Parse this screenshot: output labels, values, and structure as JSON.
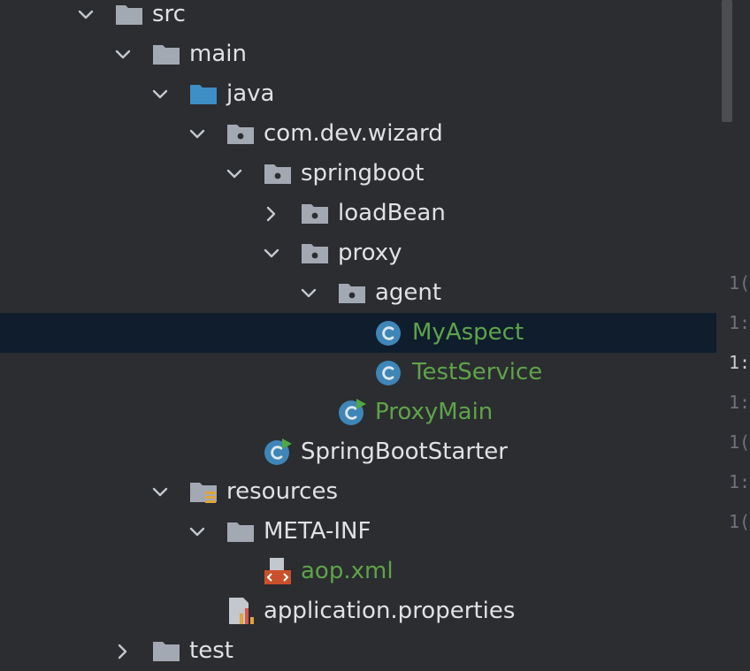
{
  "tree": [
    {
      "label": "src",
      "depth": 0,
      "chevron": "down",
      "icon": "folder",
      "green": false
    },
    {
      "label": "main",
      "depth": 1,
      "chevron": "down",
      "icon": "folder",
      "green": false
    },
    {
      "label": "java",
      "depth": 2,
      "chevron": "down",
      "icon": "source-folder",
      "green": false
    },
    {
      "label": "com.dev.wizard",
      "depth": 3,
      "chevron": "down",
      "icon": "package",
      "green": false
    },
    {
      "label": "springboot",
      "depth": 4,
      "chevron": "down",
      "icon": "package",
      "green": false
    },
    {
      "label": "loadBean",
      "depth": 5,
      "chevron": "right",
      "icon": "package",
      "green": false
    },
    {
      "label": "proxy",
      "depth": 5,
      "chevron": "down",
      "icon": "package",
      "green": false
    },
    {
      "label": "agent",
      "depth": 6,
      "chevron": "down",
      "icon": "package",
      "green": false
    },
    {
      "label": "MyAspect",
      "depth": 7,
      "chevron": "none",
      "icon": "class",
      "green": true,
      "selected": true
    },
    {
      "label": "TestService",
      "depth": 7,
      "chevron": "none",
      "icon": "class",
      "green": true
    },
    {
      "label": "ProxyMain",
      "depth": 6,
      "chevron": "none",
      "icon": "class-runnable",
      "green": true
    },
    {
      "label": "SpringBootStarter",
      "depth": 4,
      "chevron": "none",
      "icon": "class-runnable",
      "green": false
    },
    {
      "label": "resources",
      "depth": 2,
      "chevron": "down",
      "icon": "resources-folder",
      "green": false
    },
    {
      "label": "META-INF",
      "depth": 3,
      "chevron": "down",
      "icon": "folder",
      "green": false
    },
    {
      "label": "aop.xml",
      "depth": 4,
      "chevron": "none",
      "icon": "xml-file",
      "green": true
    },
    {
      "label": "application.properties",
      "depth": 3,
      "chevron": "none",
      "icon": "properties-file",
      "green": false
    },
    {
      "label": "test",
      "depth": 1,
      "chevron": "right",
      "icon": "folder",
      "green": false
    }
  ],
  "gutter_numbers": [
    "1(",
    "1:",
    "1:",
    "1:",
    "1(",
    "1:",
    "1("
  ],
  "colors": {
    "background": "#2b2d30",
    "selection": "#0f1d2d",
    "text": "#dfe1e5",
    "green_text": "#5fa34a",
    "folder": "#a3a9b3",
    "source_folder": "#3d8fc6",
    "class_icon": "#3e86b7",
    "run_badge": "#4fa845",
    "xml_icon": "#c9502b"
  }
}
